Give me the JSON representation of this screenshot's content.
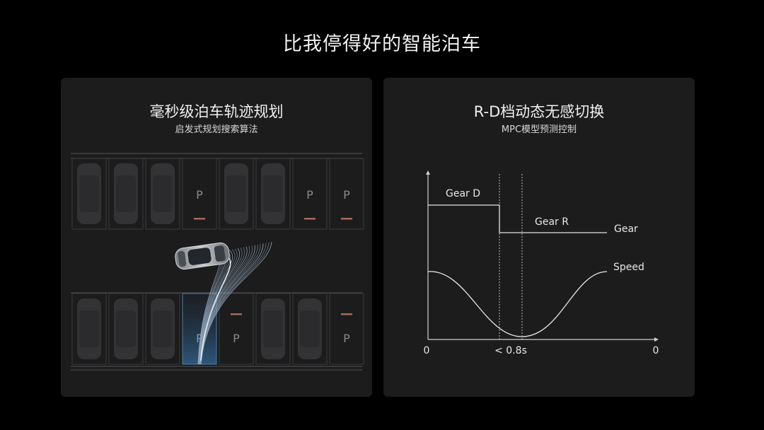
{
  "page": {
    "title": "比我停得好的智能泊车"
  },
  "left_panel": {
    "title": "毫秒级泊车轨迹规划",
    "subtitle": "启发式规划搜索算法",
    "parking_label": "P",
    "top_row": [
      "car",
      "car",
      "car",
      "empty",
      "car",
      "car",
      "empty",
      "empty"
    ],
    "bottom_row": [
      "car",
      "car",
      "car",
      "target",
      "empty",
      "car",
      "car",
      "empty"
    ]
  },
  "right_panel": {
    "title": "R-D档动态无感切换",
    "subtitle": "MPC模型预测控制",
    "chart": {
      "gear_d_label": "Gear D",
      "gear_r_label": "Gear R",
      "gear_series_label": "Gear",
      "speed_series_label": "Speed",
      "x_tick_start": "0",
      "x_tick_switch": "< 0.8s",
      "x_tick_end": "0"
    }
  },
  "colors": {
    "background": "#000000",
    "panel": "#1c1c1d",
    "slot_line": "#3a3a3c",
    "car_body": "#333335",
    "target_slot": "#2d4f6e",
    "marker": "#a56a5c"
  }
}
